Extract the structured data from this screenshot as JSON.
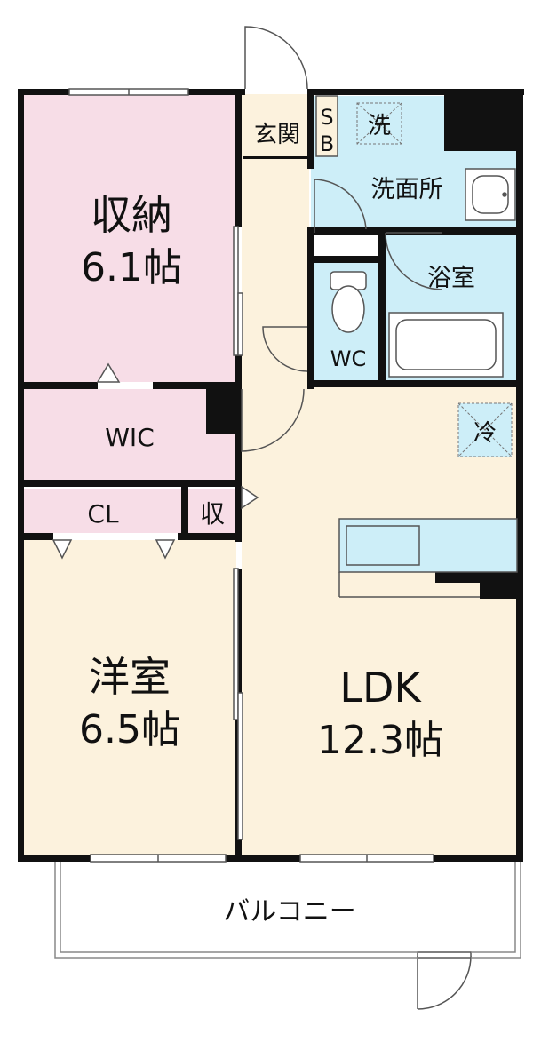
{
  "floor_plan": {
    "colors": {
      "wall": "#111111",
      "storage": "#f7dde7",
      "living": "#fcf2dd",
      "wet": "#cdeef8",
      "outline": "#555555"
    },
    "rooms": {
      "storage_room": {
        "name": "収納",
        "size": "6.1帖"
      },
      "wic": {
        "name": "WIC"
      },
      "closet": {
        "name": "CL"
      },
      "small_storage": {
        "name": "収"
      },
      "western_room": {
        "name": "洋室",
        "size": "6.5帖"
      },
      "ldk": {
        "name": "LDK",
        "size": "12.3帖"
      },
      "entrance": {
        "name": "玄関"
      },
      "shoe_box": {
        "line1": "S",
        "line2": "B"
      },
      "washing_machine": {
        "name": "洗"
      },
      "washroom": {
        "name": "洗面所"
      },
      "bathroom": {
        "name": "浴室"
      },
      "toilet": {
        "name": "WC"
      },
      "fridge": {
        "name": "冷"
      },
      "balcony": {
        "name": "バルコニー"
      }
    }
  }
}
